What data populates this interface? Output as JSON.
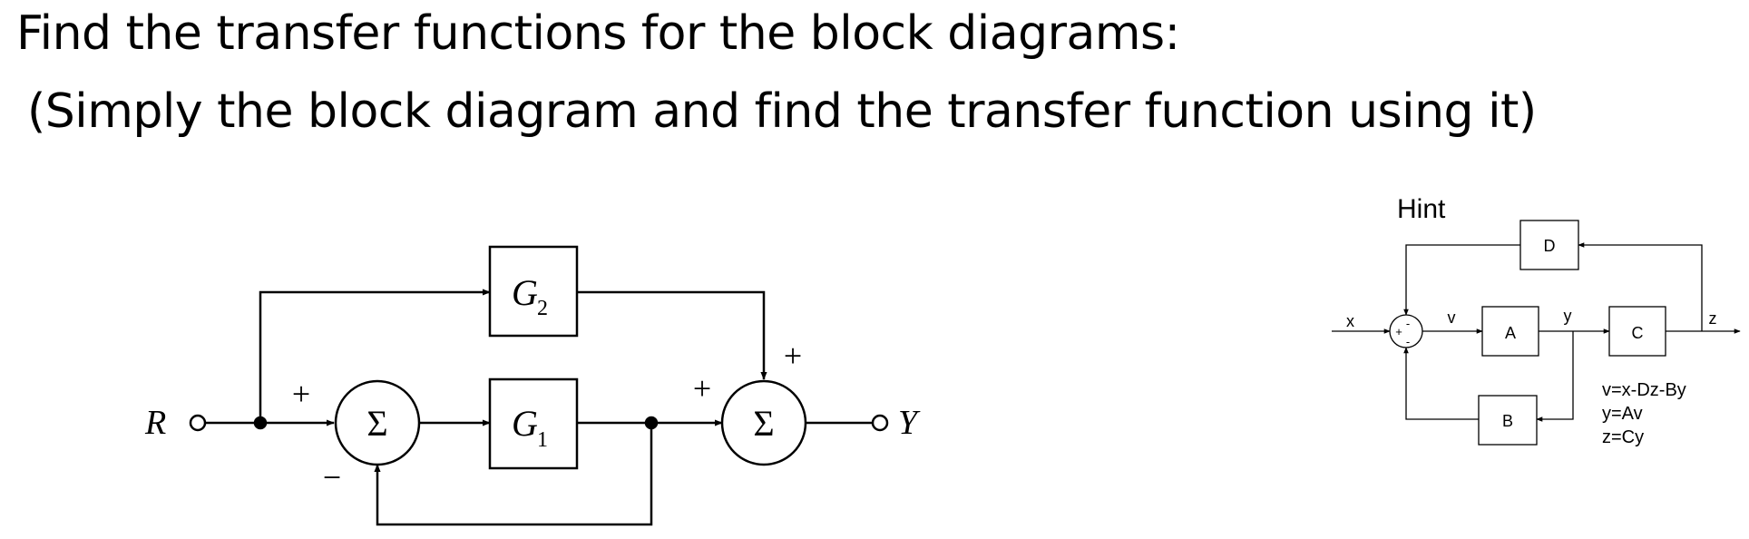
{
  "heading": {
    "title": "Find the transfer functions for the block diagrams:",
    "subtitle": "(Simply the block diagram and find the transfer function using it)"
  },
  "main_diagram": {
    "input": "R",
    "output": "Y",
    "block_g2": "G",
    "block_g2_sub": "2",
    "block_g1": "G",
    "block_g1_sub": "1",
    "sum_symbol": "Σ",
    "plus": "+",
    "minus": "−"
  },
  "hint_diagram": {
    "hint_label": "Hint",
    "input": "x",
    "signal_v": "v",
    "signal_y": "y",
    "output": "z",
    "block_a": "A",
    "block_b": "B",
    "block_c": "C",
    "block_d": "D",
    "sum_plus": "+",
    "sum_minus": "-",
    "equations": [
      "v=x-Dz-By",
      "y=Av",
      "z=Cy"
    ]
  }
}
